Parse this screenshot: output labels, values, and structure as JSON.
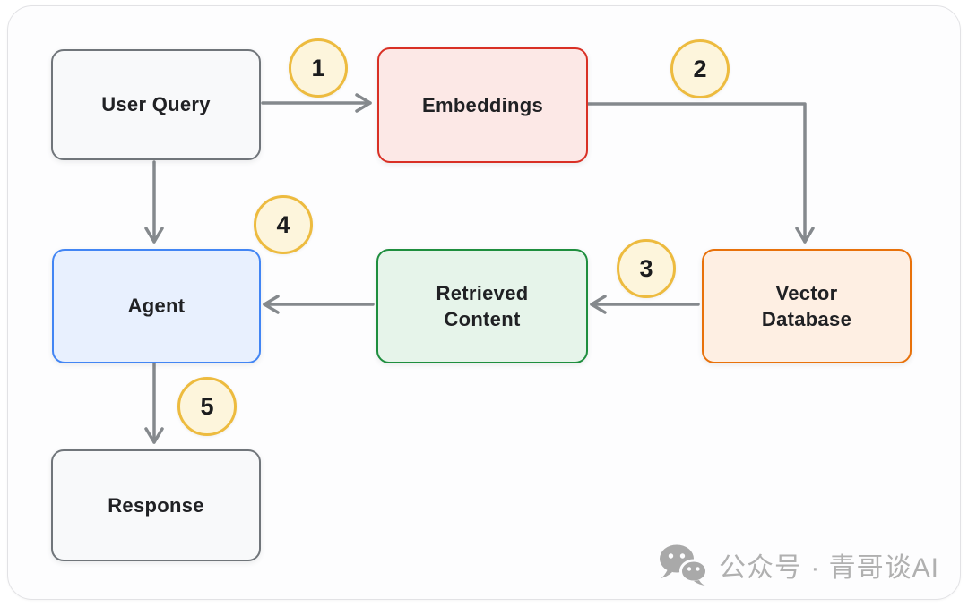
{
  "diagram": {
    "type": "flowchart",
    "nodes": {
      "user_query": {
        "label": "User Query"
      },
      "embeddings": {
        "label": "Embeddings"
      },
      "vector_database": {
        "label": "Vector\nDatabase"
      },
      "retrieved_content": {
        "label": "Retrieved\nContent"
      },
      "agent": {
        "label": "Agent"
      },
      "response": {
        "label": "Response"
      }
    },
    "step_badges": [
      "1",
      "2",
      "3",
      "4",
      "5"
    ],
    "edges": [
      {
        "from": "User Query",
        "to": "Embeddings"
      },
      {
        "from": "Embeddings",
        "to": "Vector Database"
      },
      {
        "from": "Vector Database",
        "to": "Retrieved Content"
      },
      {
        "from": "Retrieved Content",
        "to": "Agent"
      },
      {
        "from": "User Query",
        "to": "Agent"
      },
      {
        "from": "Agent",
        "to": "Response"
      }
    ],
    "colors": {
      "node_default_fill": "#f8f9fa",
      "node_default_border": "#70757a",
      "embeddings_fill": "#fce8e6",
      "embeddings_border": "#d93025",
      "vector_database_fill": "#feefe3",
      "vector_database_border": "#e8710a",
      "retrieved_content_fill": "#e6f4ea",
      "retrieved_content_border": "#1e8e3e",
      "agent_fill": "#e8f0fe",
      "agent_border": "#4285f4",
      "badge_fill": "#fdf5dc",
      "badge_border": "#edbb3f",
      "arrow": "#85898d",
      "text": "#202124"
    }
  },
  "watermark": {
    "icon": "wechat-icon",
    "text": "公众号 · 青哥谈AI",
    "color": "#b0b0b0"
  }
}
